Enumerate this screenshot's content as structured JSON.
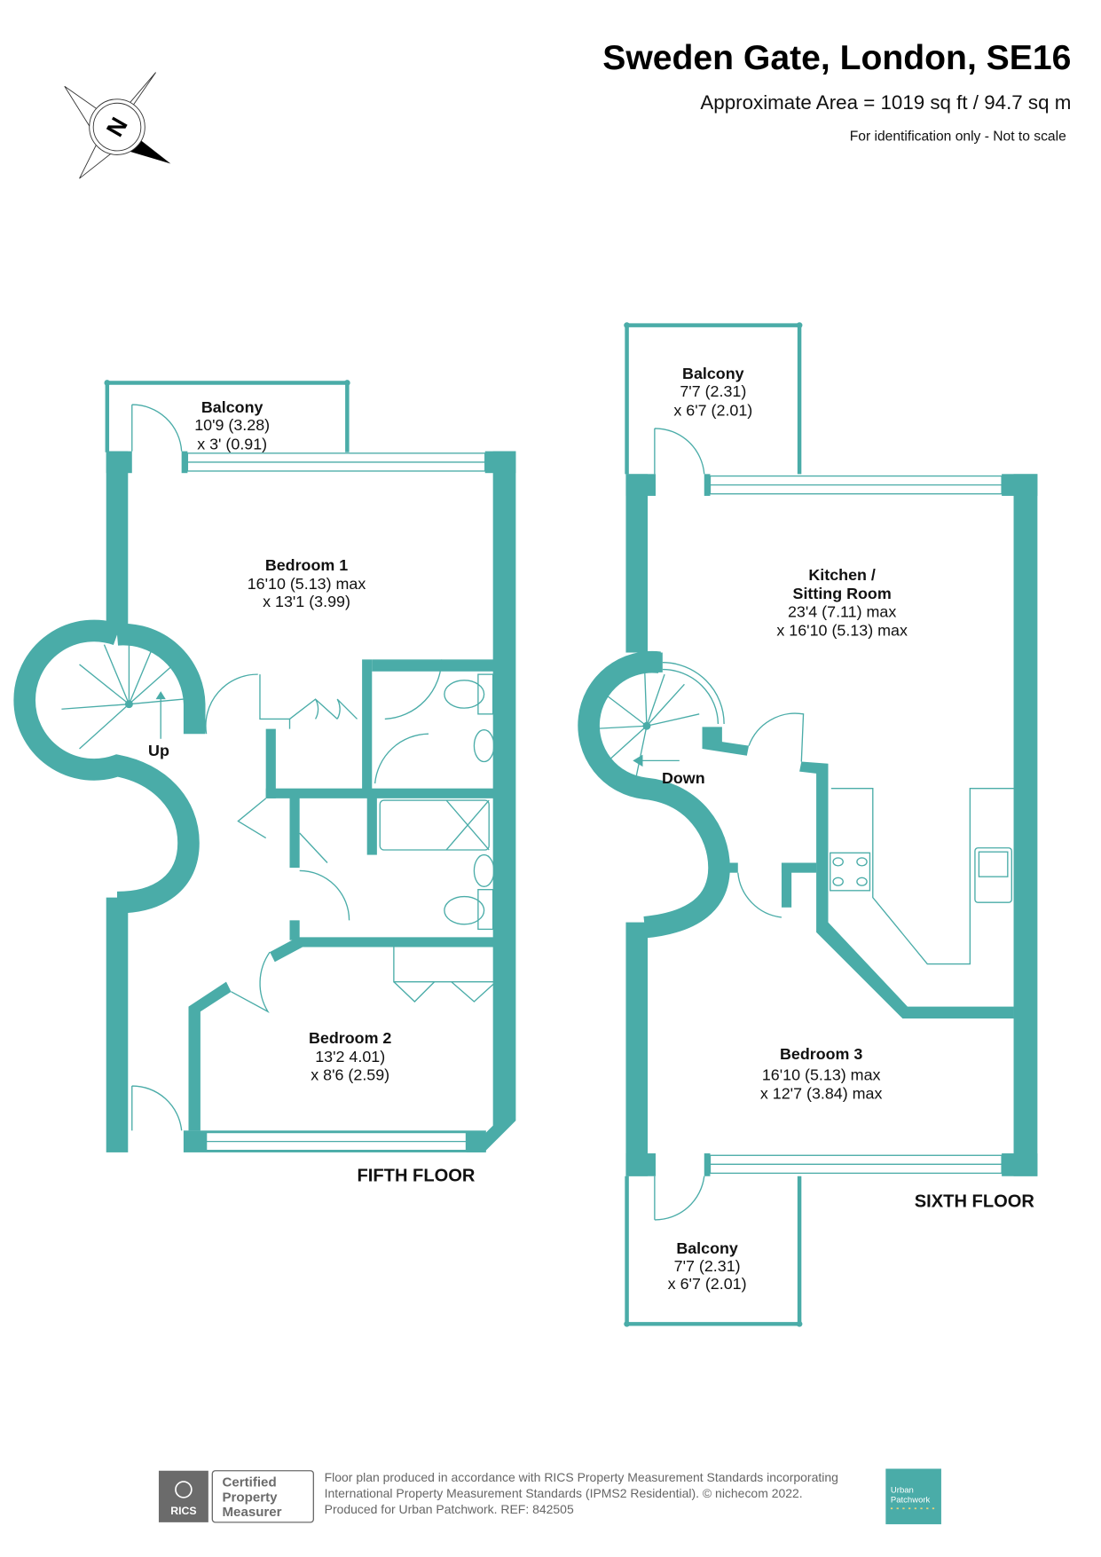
{
  "header": {
    "title": "Sweden Gate, London, SE16",
    "area": "Approximate Area = 1019 sq ft / 94.7 sq m",
    "disclaimer": "For identification only - Not to scale",
    "compass_label": "N"
  },
  "colors": {
    "wall": "#4aaca8",
    "text": "#111111",
    "footer_grey": "#666666"
  },
  "fifth_floor": {
    "label": "FIFTH FLOOR",
    "stair_label": "Up",
    "rooms": [
      {
        "name": "Balcony",
        "dim1": "10'9 (3.28)",
        "dim2": "x 3' (0.91)"
      },
      {
        "name": "Bedroom 1",
        "dim1": "16'10 (5.13) max",
        "dim2": "x 13'1 (3.99)"
      },
      {
        "name": "Bedroom 2",
        "dim1": "13'2 4.01)",
        "dim2": "x 8'6 (2.59)"
      }
    ]
  },
  "sixth_floor": {
    "label": "SIXTH FLOOR",
    "stair_label": "Down",
    "rooms": [
      {
        "name": "Balcony",
        "dim1": "7'7 (2.31)",
        "dim2": "x 6'7 (2.01)"
      },
      {
        "name": "Kitchen /",
        "name2": "Sitting Room",
        "dim1": "23'4 (7.11) max",
        "dim2": "x 16'10 (5.13) max"
      },
      {
        "name": "Bedroom 3",
        "dim1": "16'10 (5.13) max",
        "dim2": "x 12'7 (3.84) max"
      },
      {
        "name": "Balcony",
        "dim1": "7'7 (2.31)",
        "dim2": "x 6'7 (2.01)"
      }
    ]
  },
  "footer": {
    "rics_logo_text": "RICS",
    "certified": [
      "Certified",
      "Property",
      "Measurer"
    ],
    "lines": [
      "Floor plan produced in accordance with RICS Property Measurement Standards incorporating",
      "International Property Measurement Standards (IPMS2 Residential).   © nichecom 2022.",
      "Produced for Urban Patchwork.   REF:  842505"
    ],
    "agent_logo": [
      "Urban",
      "Patchwork"
    ]
  }
}
